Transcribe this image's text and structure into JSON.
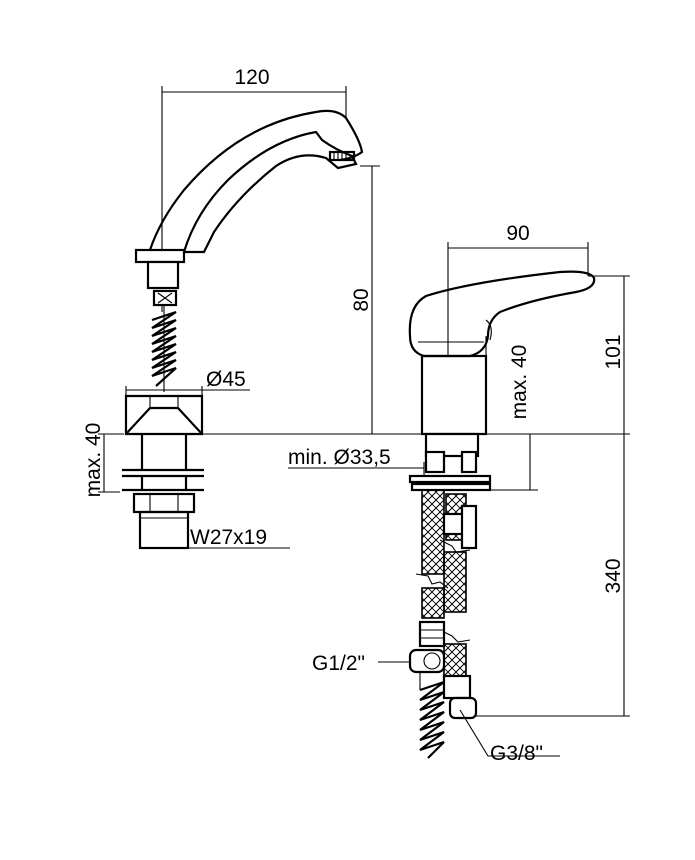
{
  "dimensions": {
    "spout_reach": "120",
    "spout_height": "80",
    "spout_base_diameter": "Ø45",
    "spout_max_thickness": "max. 40",
    "spout_wrench": "W27x19",
    "mixer_body_width": "90",
    "mixer_height": "101",
    "mixer_max_thickness": "max. 40",
    "mixer_min_hole": "min. Ø33,5",
    "hose_length": "340",
    "thread_inlet": "G1/2\"",
    "thread_outlet": "G3/8\""
  },
  "colors": {
    "line": "#000000",
    "background": "#ffffff"
  }
}
